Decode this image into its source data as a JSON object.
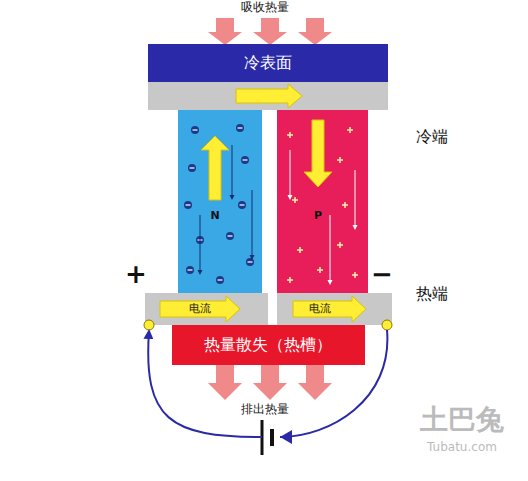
{
  "diagram": {
    "nodes": [
      {
        "text": [
          "冷表面"
        ]
      },
      {
        "text": [
          "N"
        ]
      },
      {
        "text": [
          "P"
        ]
      },
      {
        "text": [
          "电流"
        ]
      },
      {
        "text": [
          "电流"
        ]
      },
      {
        "text": [
          "热量散失（热槽）"
        ]
      }
    ],
    "edges": [
      {
        "from": 4,
        "to": 3,
        "arrow": "to"
      }
    ],
    "labels": [
      "吸收热量",
      "冷端",
      "+",
      "−",
      "热端",
      "排出热量",
      "土巴兔",
      "Tubatu.com"
    ]
  }
}
